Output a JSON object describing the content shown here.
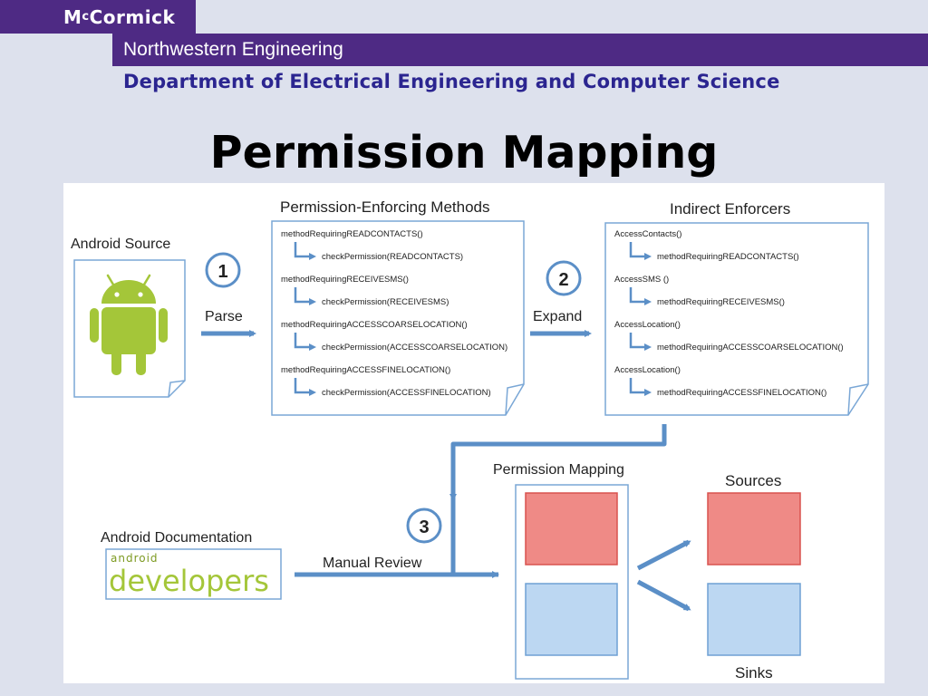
{
  "header": {
    "brand": "McCormick",
    "school": "Northwestern Engineering",
    "department": "Department of Electrical Engineering and Computer Science"
  },
  "slide": {
    "title": "Permission Mapping"
  },
  "diagram": {
    "android_source": "Android Source",
    "pem_title": "Permission-Enforcing Methods",
    "pem_lines": [
      {
        "method": "methodRequiringREADCONTACTS()",
        "check": "checkPermission(READCONTACTS)"
      },
      {
        "method": "methodRequiringRECEIVESMS()",
        "check": "checkPermission(RECEIVESMS)"
      },
      {
        "method": "methodRequiringACCESSCOARSELOCATION()",
        "check": "checkPermission(ACCESSCOARSELOCATION)"
      },
      {
        "method": "methodRequiringACCESSFINELOCATION()",
        "check": "checkPermission(ACCESSFINELOCATION)"
      }
    ],
    "ie_title": "Indirect Enforcers",
    "ie_lines": [
      {
        "caller": "AccessContacts()",
        "callee": "methodRequiringREADCONTACTS()"
      },
      {
        "caller": "AccessSMS ()",
        "callee": "methodRequiringRECEIVESMS()"
      },
      {
        "caller": "AccessLocation()",
        "callee": "methodRequiringACCESSCOARSELOCATION()"
      },
      {
        "caller": "AccessLocation()",
        "callee": "methodRequiringACCESSFINELOCATION()"
      }
    ],
    "step1": "1",
    "step1_label": "Parse",
    "step2": "2",
    "step2_label": "Expand",
    "step3": "3",
    "step3_label": "Manual Review",
    "android_docs": "Android Documentation",
    "docs_logo_small": "android",
    "docs_logo_big": "developers",
    "pm_title": "Permission Mapping",
    "sources": "Sources",
    "sinks": "Sinks",
    "colors": {
      "arrow": "#5b8fc7",
      "doc_border": "#7aa7d6",
      "red_fill": "#ef8a86",
      "red_border": "#d9524e",
      "blue_fill": "#bcd7f2",
      "blue_border": "#6ea0d4",
      "android_green": "#a4c639",
      "purple": "#4e2a84"
    }
  }
}
